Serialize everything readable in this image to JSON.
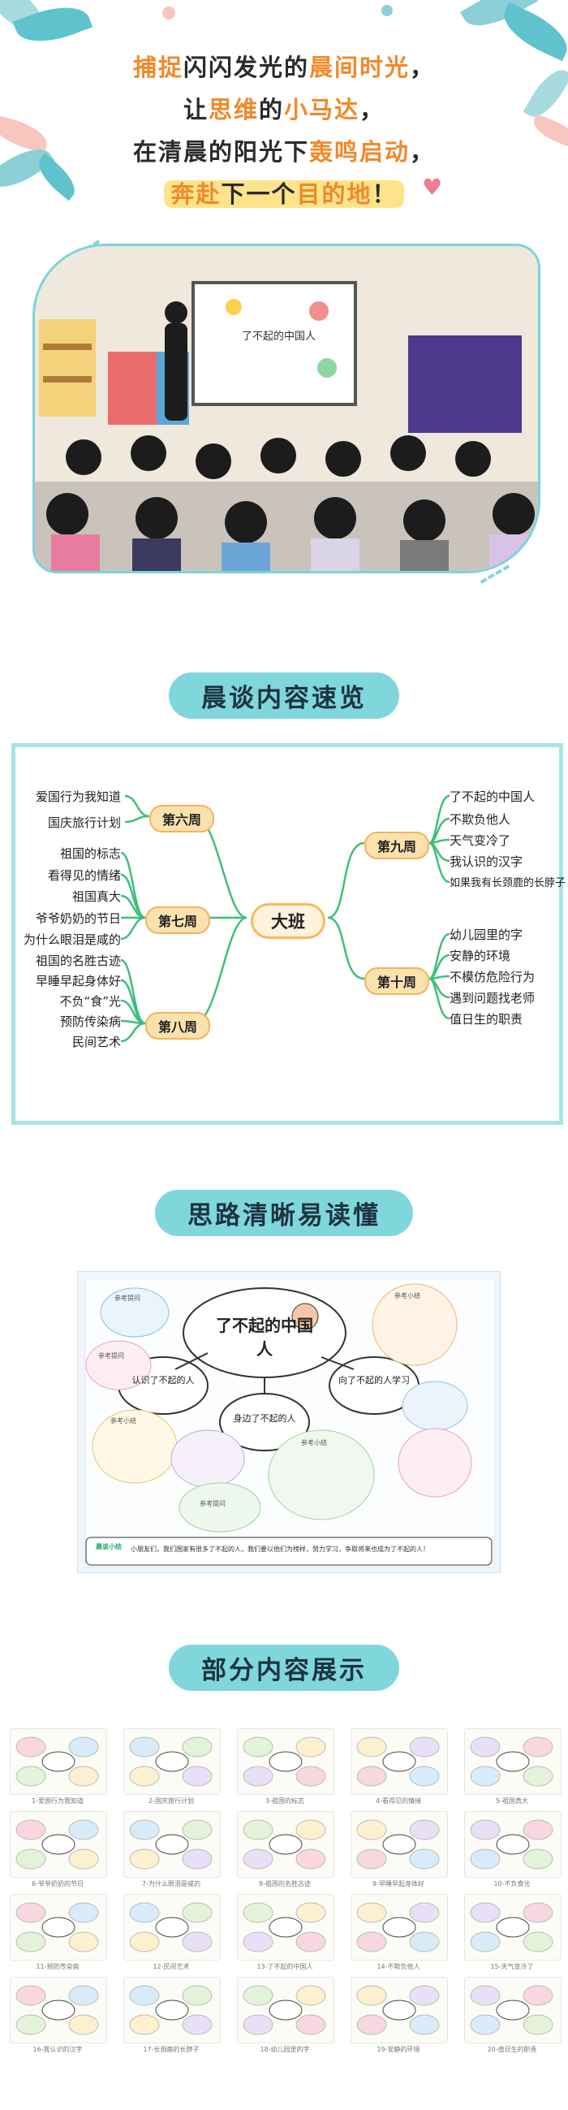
{
  "header": {
    "line1_a": "捕捉",
    "line1_b": "闪闪发光的",
    "line1_c": "晨间时光",
    "line1_d": "，",
    "line2_a": "让",
    "line2_b": "思维",
    "line2_c": "的",
    "line2_d": "小马达",
    "line2_e": "，",
    "line3_a": "在清晨的阳光下",
    "line3_b": "轰鸣启动",
    "line3_c": "，",
    "line4_a": "奔赴",
    "line4_b": "下一个",
    "line4_c": "目的地",
    "line4_d": "！"
  },
  "photo": {
    "board_title": "了不起的中国人"
  },
  "section1": {
    "title": "晨谈内容速览"
  },
  "mindmap": {
    "center": "大班",
    "weeks": [
      {
        "label": "第六周",
        "items": [
          "爱国行为我知道",
          "国庆旅行计划"
        ]
      },
      {
        "label": "第七周",
        "items": [
          "祖国的标志",
          "看得见的情绪",
          "祖国真大",
          "爷爷奶奶的节日",
          "为什么眼泪是咸的"
        ]
      },
      {
        "label": "第八周",
        "items": [
          "祖国的名胜古迹",
          "早睡早起身体好",
          "不负“食”光",
          "预防传染病",
          "民间艺术"
        ]
      },
      {
        "label": "第九周",
        "items": [
          "了不起的中国人",
          "不欺负他人",
          "天气变冷了",
          "我认识的汉字",
          "如果我有长颈鹿的长脖子"
        ]
      },
      {
        "label": "第十周",
        "items": [
          "幼儿园里的字",
          "安静的环境",
          "不模仿危险行为",
          "遇到问题找老师",
          "值日生的职责"
        ]
      }
    ]
  },
  "section2": {
    "title": "思路清晰易读懂"
  },
  "detail": {
    "title": "了不起的中国人",
    "branch1": "认识了不起的人",
    "branch2": "身边了不起的人",
    "branch3": "向了不起的人学习",
    "tip_label": "参考提问",
    "summary_label": "参考小结",
    "footer_logo": "晨谈小结",
    "footer_text": "小朋友们，我们国家有很多了不起的人，我们要以他们为榜样，努力学习，争取将来也成为了不起的人！"
  },
  "section3": {
    "title": "部分内容展示"
  },
  "gallery": {
    "captions": [
      "1-爱国行为我知道",
      "2-国庆旅行计划",
      "3-祖国的标志",
      "4-看得见的情绪",
      "5-祖国真大",
      "6-爷爷奶奶的节日",
      "7-为什么眼泪是咸的",
      "8-祖国的名胜古迹",
      "9-早睡早起身体好",
      "10-不负食光",
      "11-预防传染病",
      "12-民间艺术",
      "13-了不起的中国人",
      "14-不欺负他人",
      "15-天气变冷了",
      "16-我认识的汉字",
      "17-长颈鹿的长脖子",
      "18-幼儿园里的字",
      "19-安静的环境",
      "20-值日生的职责"
    ]
  },
  "colors": {
    "accent_teal": "#7fd7dc",
    "accent_orange": "#f0892a",
    "node_fill": "#fbe1ae",
    "line_green": "#3fbf7a"
  }
}
